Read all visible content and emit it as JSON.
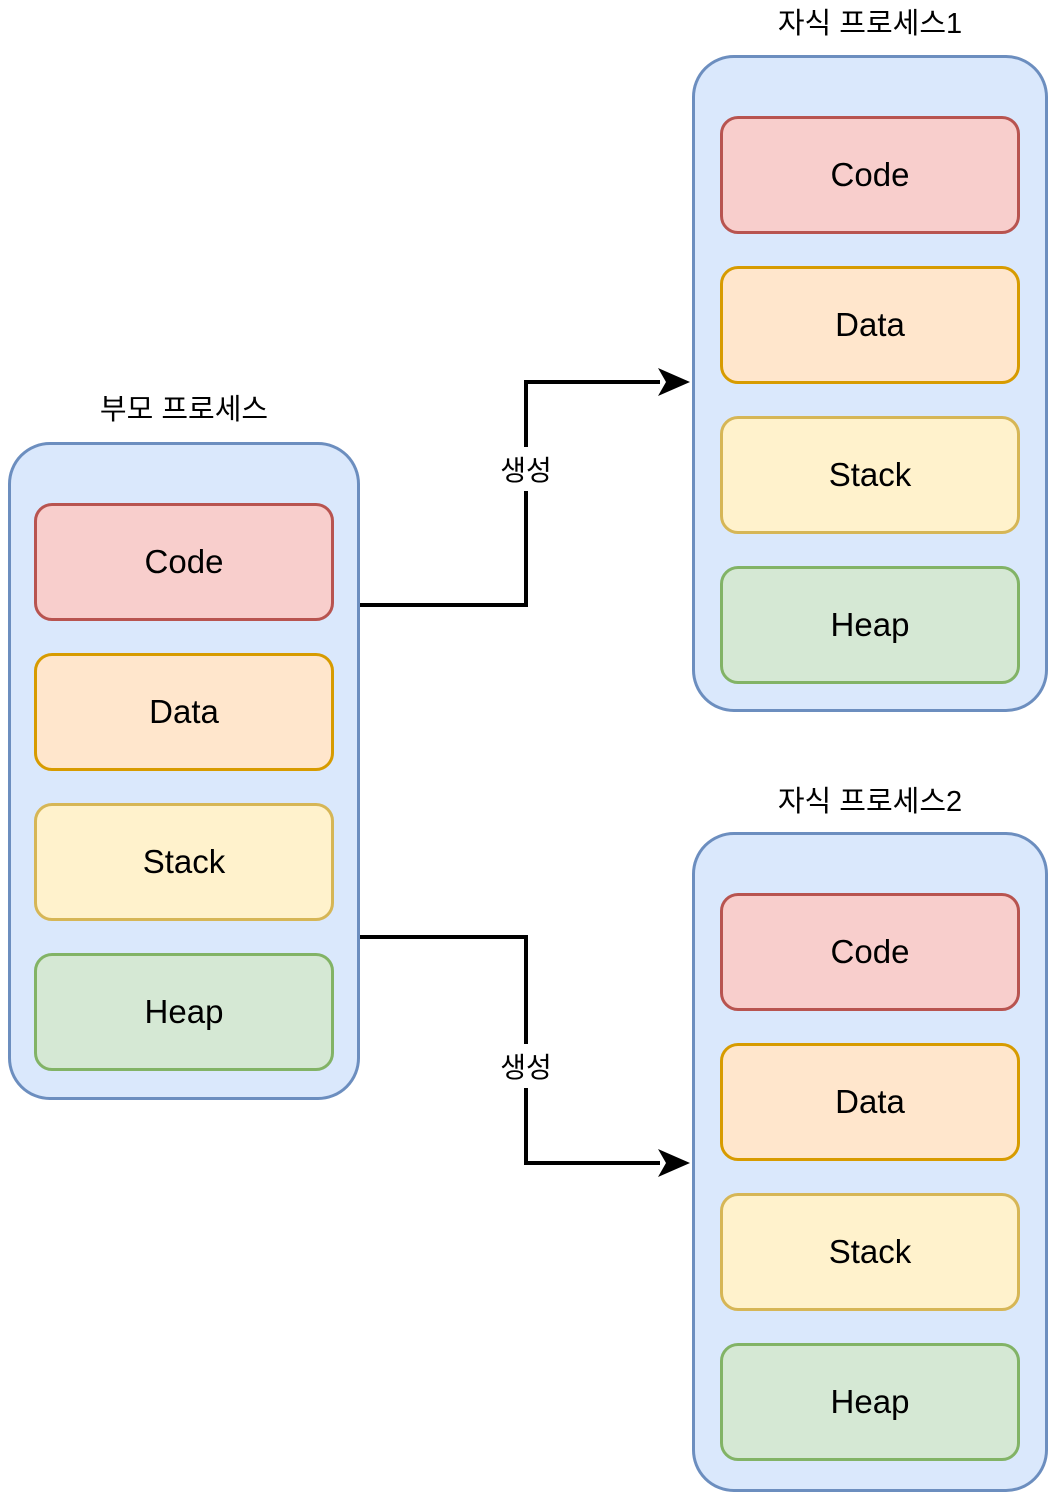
{
  "diagram": {
    "type": "process-fork-diagram",
    "palette": {
      "container_fill": "#dae8fc",
      "container_stroke": "#6c8ebf",
      "code_fill": "#f8cecc",
      "code_stroke": "#b85450",
      "data_fill": "#ffe6cc",
      "data_stroke": "#d79b00",
      "stack_fill": "#fff2cc",
      "stack_stroke": "#d6b656",
      "heap_fill": "#d5e8d4",
      "heap_stroke": "#82b366",
      "arrow_color": "#000000",
      "background": "#ffffff"
    },
    "parent_process": {
      "title": "부모 프로세스",
      "segments": [
        {
          "label": "Code"
        },
        {
          "label": "Data"
        },
        {
          "label": "Stack"
        },
        {
          "label": "Heap"
        }
      ]
    },
    "child_processes": [
      {
        "title": "자식 프로세스1",
        "segments": [
          {
            "label": "Code"
          },
          {
            "label": "Data"
          },
          {
            "label": "Stack"
          },
          {
            "label": "Heap"
          }
        ]
      },
      {
        "title": "자식 프로세스2",
        "segments": [
          {
            "label": "Code"
          },
          {
            "label": "Data"
          },
          {
            "label": "Stack"
          },
          {
            "label": "Heap"
          }
        ]
      }
    ],
    "edges": [
      {
        "label": "생성",
        "from": "부모 프로세스",
        "to": "자식 프로세스1"
      },
      {
        "label": "생성",
        "from": "부모 프로세스",
        "to": "자식 프로세스2"
      }
    ]
  }
}
